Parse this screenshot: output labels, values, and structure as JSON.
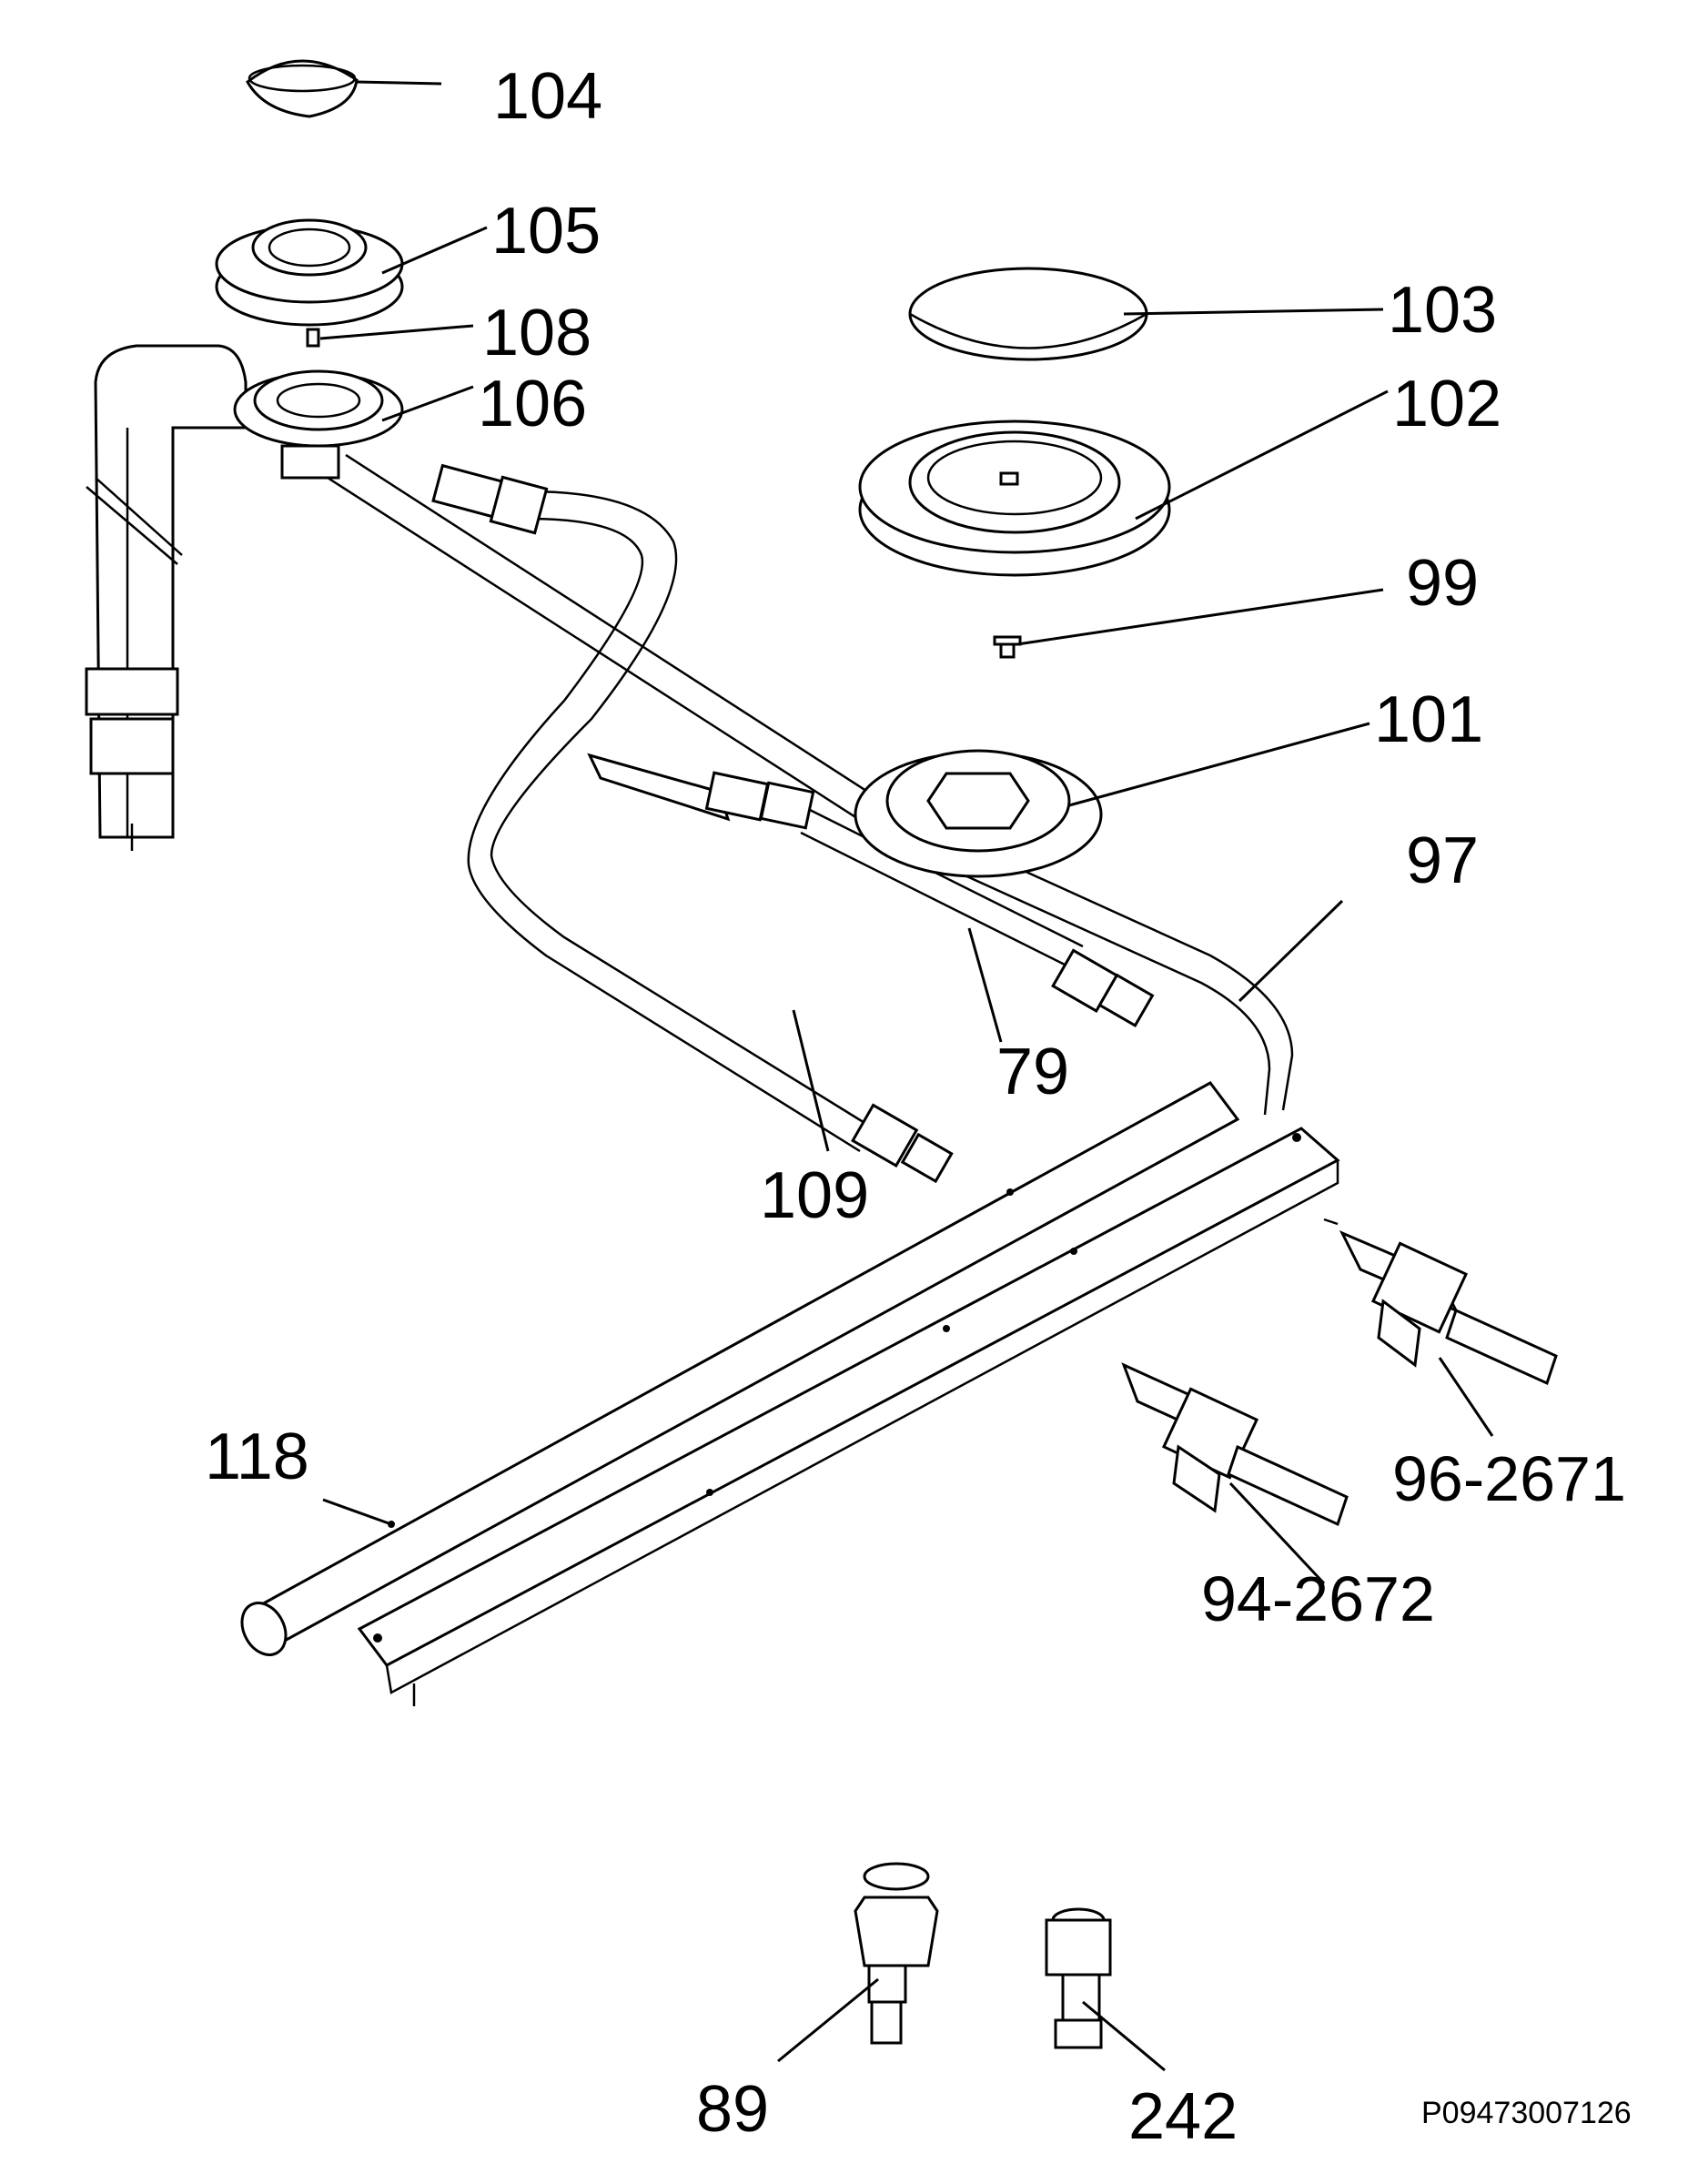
{
  "diagram": {
    "callouts": {
      "c104": "104",
      "c105": "105",
      "c108": "108",
      "c106": "106",
      "c103": "103",
      "c102": "102",
      "c99": "99",
      "c101": "101",
      "c97": "97",
      "c79": "79",
      "c109": "109",
      "c118": "118",
      "c96": "96-2671",
      "c94": "94-2672",
      "c89": "89",
      "c242": "242"
    },
    "reference_code": "P09473007126"
  }
}
